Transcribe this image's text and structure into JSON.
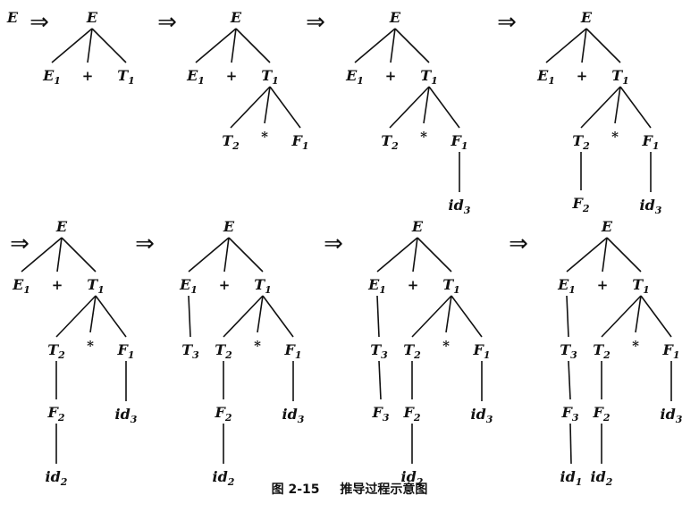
{
  "caption": {
    "number": "图 2-15",
    "title": "推导过程示意图"
  },
  "start_symbol": {
    "base": "E",
    "sub": ""
  },
  "steps": [
    {
      "arrow": "⇒",
      "nodes": [
        {
          "id": "E",
          "base": "E",
          "sub": ""
        },
        {
          "id": "E1",
          "base": "E",
          "sub": "1",
          "parent": "E"
        },
        {
          "id": "plus",
          "base": "+",
          "sub": "",
          "parent": "E"
        },
        {
          "id": "T1",
          "base": "T",
          "sub": "1",
          "parent": "E"
        }
      ]
    },
    {
      "arrow": "⇒",
      "nodes": [
        {
          "id": "E",
          "base": "E",
          "sub": ""
        },
        {
          "id": "E1",
          "base": "E",
          "sub": "1",
          "parent": "E"
        },
        {
          "id": "plus",
          "base": "+",
          "sub": "",
          "parent": "E"
        },
        {
          "id": "T1",
          "base": "T",
          "sub": "1",
          "parent": "E"
        },
        {
          "id": "T2",
          "base": "T",
          "sub": "2",
          "parent": "T1"
        },
        {
          "id": "star",
          "base": "*",
          "sub": "",
          "parent": "T1"
        },
        {
          "id": "F1",
          "base": "F",
          "sub": "1",
          "parent": "T1"
        }
      ]
    },
    {
      "arrow": "⇒",
      "nodes": [
        {
          "id": "E",
          "base": "E",
          "sub": ""
        },
        {
          "id": "E1",
          "base": "E",
          "sub": "1",
          "parent": "E"
        },
        {
          "id": "plus",
          "base": "+",
          "sub": "",
          "parent": "E"
        },
        {
          "id": "T1",
          "base": "T",
          "sub": "1",
          "parent": "E"
        },
        {
          "id": "T2",
          "base": "T",
          "sub": "2",
          "parent": "T1"
        },
        {
          "id": "star",
          "base": "*",
          "sub": "",
          "parent": "T1"
        },
        {
          "id": "F1",
          "base": "F",
          "sub": "1",
          "parent": "T1"
        },
        {
          "id": "id3",
          "base": "id",
          "sub": "3",
          "parent": "F1"
        }
      ]
    },
    {
      "arrow": "⇒",
      "nodes": [
        {
          "id": "E",
          "base": "E",
          "sub": ""
        },
        {
          "id": "E1",
          "base": "E",
          "sub": "1",
          "parent": "E"
        },
        {
          "id": "plus",
          "base": "+",
          "sub": "",
          "parent": "E"
        },
        {
          "id": "T1",
          "base": "T",
          "sub": "1",
          "parent": "E"
        },
        {
          "id": "T2",
          "base": "T",
          "sub": "2",
          "parent": "T1"
        },
        {
          "id": "star",
          "base": "*",
          "sub": "",
          "parent": "T1"
        },
        {
          "id": "F1",
          "base": "F",
          "sub": "1",
          "parent": "T1"
        },
        {
          "id": "F2",
          "base": "F",
          "sub": "2",
          "parent": "T2"
        },
        {
          "id": "id3",
          "base": "id",
          "sub": "3",
          "parent": "F1"
        }
      ]
    },
    {
      "arrow": "⇒",
      "nodes": [
        {
          "id": "E",
          "base": "E",
          "sub": ""
        },
        {
          "id": "E1",
          "base": "E",
          "sub": "1",
          "parent": "E"
        },
        {
          "id": "plus",
          "base": "+",
          "sub": "",
          "parent": "E"
        },
        {
          "id": "T1",
          "base": "T",
          "sub": "1",
          "parent": "E"
        },
        {
          "id": "T2",
          "base": "T",
          "sub": "2",
          "parent": "T1"
        },
        {
          "id": "star",
          "base": "*",
          "sub": "",
          "parent": "T1"
        },
        {
          "id": "F1",
          "base": "F",
          "sub": "1",
          "parent": "T1"
        },
        {
          "id": "F2",
          "base": "F",
          "sub": "2",
          "parent": "T2"
        },
        {
          "id": "id3",
          "base": "id",
          "sub": "3",
          "parent": "F1"
        },
        {
          "id": "id2",
          "base": "id",
          "sub": "2",
          "parent": "F2"
        }
      ]
    },
    {
      "arrow": "⇒",
      "nodes": [
        {
          "id": "E",
          "base": "E",
          "sub": ""
        },
        {
          "id": "E1",
          "base": "E",
          "sub": "1",
          "parent": "E"
        },
        {
          "id": "plus",
          "base": "+",
          "sub": "",
          "parent": "E"
        },
        {
          "id": "T1",
          "base": "T",
          "sub": "1",
          "parent": "E"
        },
        {
          "id": "T3",
          "base": "T",
          "sub": "3",
          "parent": "E1"
        },
        {
          "id": "T2",
          "base": "T",
          "sub": "2",
          "parent": "T1"
        },
        {
          "id": "star",
          "base": "*",
          "sub": "",
          "parent": "T1"
        },
        {
          "id": "F1",
          "base": "F",
          "sub": "1",
          "parent": "T1"
        },
        {
          "id": "F2",
          "base": "F",
          "sub": "2",
          "parent": "T2"
        },
        {
          "id": "id3",
          "base": "id",
          "sub": "3",
          "parent": "F1"
        },
        {
          "id": "id2",
          "base": "id",
          "sub": "2",
          "parent": "F2"
        }
      ]
    },
    {
      "arrow": "⇒",
      "nodes": [
        {
          "id": "E",
          "base": "E",
          "sub": ""
        },
        {
          "id": "E1",
          "base": "E",
          "sub": "1",
          "parent": "E"
        },
        {
          "id": "plus",
          "base": "+",
          "sub": "",
          "parent": "E"
        },
        {
          "id": "T1",
          "base": "T",
          "sub": "1",
          "parent": "E"
        },
        {
          "id": "T3",
          "base": "T",
          "sub": "3",
          "parent": "E1"
        },
        {
          "id": "T2",
          "base": "T",
          "sub": "2",
          "parent": "T1"
        },
        {
          "id": "star",
          "base": "*",
          "sub": "",
          "parent": "T1"
        },
        {
          "id": "F1",
          "base": "F",
          "sub": "1",
          "parent": "T1"
        },
        {
          "id": "F3",
          "base": "F",
          "sub": "3",
          "parent": "T3"
        },
        {
          "id": "F2",
          "base": "F",
          "sub": "2",
          "parent": "T2"
        },
        {
          "id": "id3",
          "base": "id",
          "sub": "3",
          "parent": "F1"
        },
        {
          "id": "id2",
          "base": "id",
          "sub": "2",
          "parent": "F2"
        }
      ]
    },
    {
      "arrow": "⇒",
      "nodes": [
        {
          "id": "E",
          "base": "E",
          "sub": ""
        },
        {
          "id": "E1",
          "base": "E",
          "sub": "1",
          "parent": "E"
        },
        {
          "id": "plus",
          "base": "+",
          "sub": "",
          "parent": "E"
        },
        {
          "id": "T1",
          "base": "T",
          "sub": "1",
          "parent": "E"
        },
        {
          "id": "T3",
          "base": "T",
          "sub": "3",
          "parent": "E1"
        },
        {
          "id": "T2",
          "base": "T",
          "sub": "2",
          "parent": "T1"
        },
        {
          "id": "star",
          "base": "*",
          "sub": "",
          "parent": "T1"
        },
        {
          "id": "F1",
          "base": "F",
          "sub": "1",
          "parent": "T1"
        },
        {
          "id": "F3",
          "base": "F",
          "sub": "3",
          "parent": "T3"
        },
        {
          "id": "F2",
          "base": "F",
          "sub": "2",
          "parent": "T2"
        },
        {
          "id": "id3",
          "base": "id",
          "sub": "3",
          "parent": "F1"
        },
        {
          "id": "id1",
          "base": "id",
          "sub": "1",
          "parent": "F3"
        },
        {
          "id": "id2",
          "base": "id",
          "sub": "2",
          "parent": "F2"
        }
      ]
    }
  ]
}
